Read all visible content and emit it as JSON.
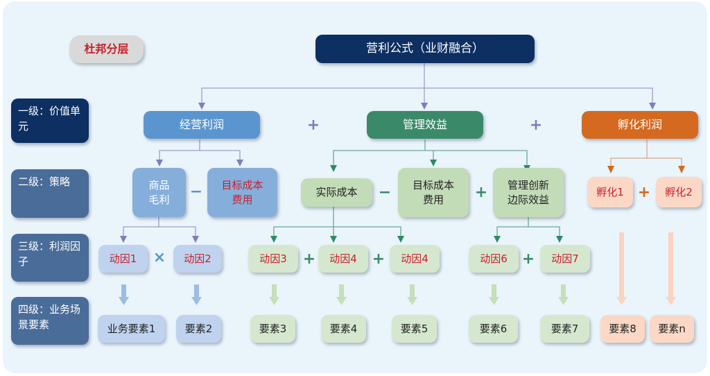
{
  "legend_tag": "杜邦分层",
  "root": "营利公式（业财融合）",
  "levels": [
    {
      "label": "一级：价值单元"
    },
    {
      "label": "二级：策略"
    },
    {
      "label": "三级：利润因子"
    },
    {
      "label": "四级：业务场景要素"
    }
  ],
  "level1": {
    "left": "经营利润",
    "center": "管理效益",
    "right": "孵化利润",
    "op1": "+",
    "op2": "+"
  },
  "level2": {
    "blue": [
      {
        "line1": "商品",
        "line2": "毛利"
      },
      {
        "line1": "目标成本",
        "line2": "费用"
      }
    ],
    "blue_op": "−",
    "green": [
      {
        "line1": "实际成本",
        "line2": ""
      },
      {
        "line1": "目标成本",
        "line2": "费用"
      },
      {
        "line1": "管理创新",
        "line2": "边际效益"
      }
    ],
    "green_ops": [
      "−",
      "+"
    ],
    "orange": [
      "孵化1",
      "孵化2"
    ],
    "orange_op": "+"
  },
  "level3": {
    "blue": [
      "动因1",
      "动因2"
    ],
    "blue_op": "×",
    "green_a": [
      "动因3",
      "动因4",
      "动因4"
    ],
    "green_a_ops": [
      "+",
      "+"
    ],
    "green_b": [
      "动因6",
      "动因7"
    ],
    "green_b_op": "+"
  },
  "level4": {
    "items": [
      "业务要素1",
      "要素2",
      "要素3",
      "要素4",
      "要素5",
      "要素6",
      "要素7",
      "要素8",
      "要素n"
    ]
  },
  "colors": {
    "navy": "#0d2f62",
    "slate": "#4a6c99",
    "blue": "#5b95cf",
    "light_blue": "#86aedb",
    "pale_blue": "#bfd3ee",
    "green": "#3a8a6a",
    "light_green": "#c3dcb8",
    "pale_green": "#d5e8cf",
    "orange": "#d4691f",
    "peach": "#fbd8c6",
    "red_text": "#c8202c"
  }
}
